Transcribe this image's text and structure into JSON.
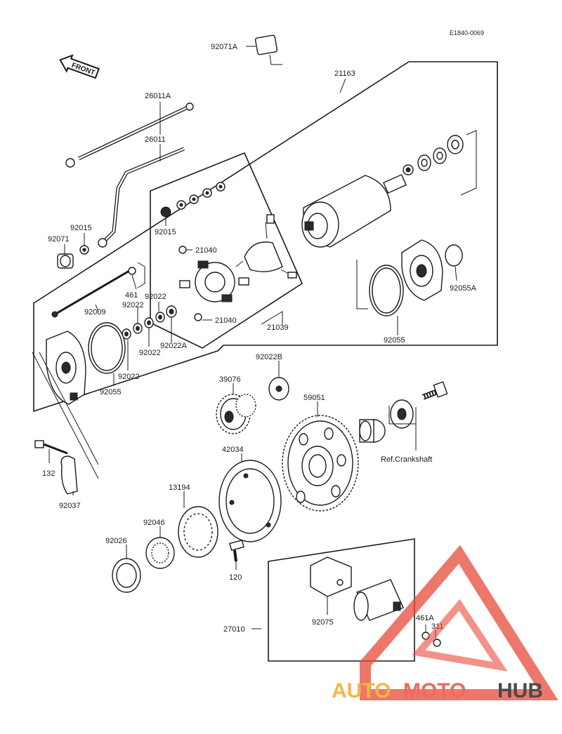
{
  "diagram": {
    "ref_code": "E1840-0069",
    "front_label": "FRONT",
    "parts": [
      {
        "id": "p92071A",
        "number": "92071A"
      },
      {
        "id": "p21163",
        "number": "21163"
      },
      {
        "id": "p26011A",
        "number": "26011A"
      },
      {
        "id": "p26011",
        "number": "26011"
      },
      {
        "id": "p92015a",
        "number": "92015"
      },
      {
        "id": "p92071",
        "number": "92071"
      },
      {
        "id": "p92015b",
        "number": "92015"
      },
      {
        "id": "p21040a",
        "number": "21040"
      },
      {
        "id": "p461",
        "number": "461"
      },
      {
        "id": "p92009",
        "number": "92009"
      },
      {
        "id": "p92022a",
        "number": "92022"
      },
      {
        "id": "p92022b",
        "number": "92022"
      },
      {
        "id": "p92022c",
        "number": "92022"
      },
      {
        "id": "p92022A",
        "number": "92022A"
      },
      {
        "id": "p92022d",
        "number": "92022"
      },
      {
        "id": "p92055a",
        "number": "92055"
      },
      {
        "id": "p21040b",
        "number": "21040"
      },
      {
        "id": "p21039",
        "number": "21039"
      },
      {
        "id": "p92055b",
        "number": "92055"
      },
      {
        "id": "p92055A",
        "number": "92055A"
      },
      {
        "id": "p92022B",
        "number": "92022B"
      },
      {
        "id": "p39076",
        "number": "39076"
      },
      {
        "id": "p59051",
        "number": "59051"
      },
      {
        "id": "pRef",
        "number": "Ref.Crankshaft"
      },
      {
        "id": "p42034",
        "number": "42034"
      },
      {
        "id": "p132",
        "number": "132"
      },
      {
        "id": "p92037",
        "number": "92037"
      },
      {
        "id": "p13194",
        "number": "13194"
      },
      {
        "id": "p92046",
        "number": "92046"
      },
      {
        "id": "p92026",
        "number": "92026"
      },
      {
        "id": "p120",
        "number": "120"
      },
      {
        "id": "p92075",
        "number": "92075"
      },
      {
        "id": "p27010",
        "number": "27010"
      },
      {
        "id": "p461A",
        "number": "461A"
      },
      {
        "id": "p311",
        "number": "311"
      }
    ]
  },
  "watermark": {
    "part1": "AUTO",
    "part2": "MOTO",
    "part3": "HUB",
    "colors": {
      "triangle": "#e84a3a",
      "auto": "#f3b64a",
      "moto": "#ee6a5a",
      "hub": "#4a4a4a"
    }
  }
}
